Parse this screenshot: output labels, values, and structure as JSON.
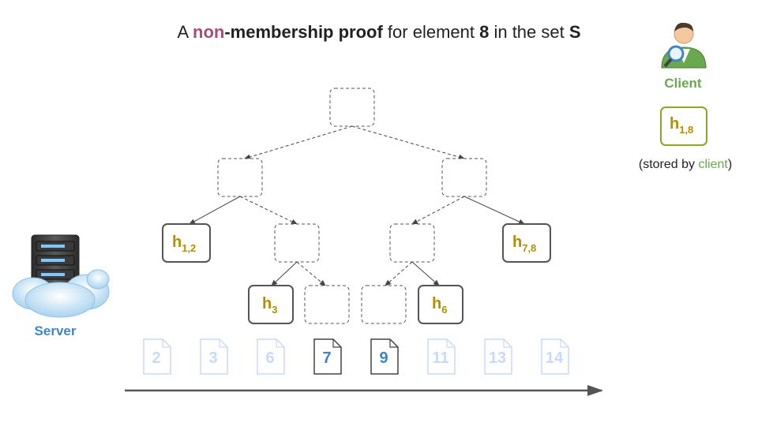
{
  "title": {
    "prefix": "A ",
    "highlight": "non",
    "bold_part": "-membership proof",
    "middle": " for element ",
    "element": "8",
    "suffix": " in the set ",
    "set_name": "S"
  },
  "client": {
    "label": "Client",
    "stored_hash": {
      "base": "h",
      "sub": "1,8"
    },
    "note_prefix": "(stored by ",
    "note_highlight": "client",
    "note_suffix": ")"
  },
  "server": {
    "label": "Server"
  },
  "proof_hashes": [
    {
      "base": "h",
      "sub": "1,2"
    },
    {
      "base": "h",
      "sub": "7,8"
    },
    {
      "base": "h",
      "sub": "3"
    },
    {
      "base": "h",
      "sub": "6"
    }
  ],
  "leaves": [
    {
      "value": "2",
      "highlighted": false
    },
    {
      "value": "3",
      "highlighted": false
    },
    {
      "value": "6",
      "highlighted": false
    },
    {
      "value": "7",
      "highlighted": true
    },
    {
      "value": "9",
      "highlighted": true
    },
    {
      "value": "11",
      "highlighted": false
    },
    {
      "value": "13",
      "highlighted": false
    },
    {
      "value": "14",
      "highlighted": false
    }
  ],
  "colors": {
    "hash_text": "#b38f00",
    "client_green": "#6aa84f",
    "server_blue": "#3d85c6",
    "highlight_pink": "#a64d79",
    "leaf_faded": "#c9daf8",
    "leaf_active": "#3d85c6"
  }
}
